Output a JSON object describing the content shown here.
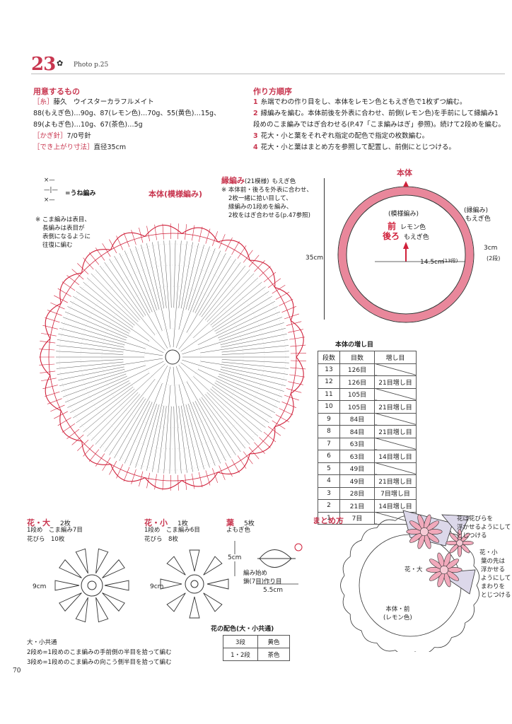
{
  "header": {
    "number": "23",
    "photo": "Photo p.25"
  },
  "materials": {
    "title": "用意するもの",
    "yarn_label": "［糸］",
    "yarn_text": "藤久　ウイスターカラフルメイト",
    "yarn_line2": "88(もえぎ色)…90g、87(レモン色)…70g、55(黄色)…15g、",
    "yarn_line3": "89(よもぎ色)…10g、67(茶色)…5g",
    "hook_label": "［かぎ針］",
    "hook_text": "7/0号針",
    "size_label": "［でき上がり寸法］",
    "size_text": "直径35cm"
  },
  "steps": {
    "title": "作り方順序",
    "items": [
      {
        "num": "1",
        "line1": "糸端でわの作り目をし、本体をレモン色ともえぎ色で1枚ずつ編む。",
        "line2": ""
      },
      {
        "num": "2",
        "line1": "縁編みを編む。本体前後を外表に合わせ、前側(レモン色)を手前にして縁編み1",
        "line2": "段めのこま編みではぎ合わせる(P.47「こま編みはぎ」参照)。続けて2段めを編む。"
      },
      {
        "num": "3",
        "line1": "花大・小と葉をそれぞれ指定の配色で指定の枚数編む。",
        "line2": ""
      },
      {
        "num": "4",
        "line1": "花大・小と葉はまとめ方を参照して配置し、前側にとじつける。",
        "line2": ""
      }
    ]
  },
  "legend": {
    "label": "=うね編み",
    "note1": "※ こま編みは表目、",
    "note2": "長編みは表目が",
    "note3": "表側になるように",
    "note4": "往復に編む"
  },
  "main_chart": {
    "title": "本体(模様編み)",
    "border_title": "縁編み",
    "border_repeat": "(21模様)",
    "border_color": "もえぎ色",
    "note1": "※ 本体前・後ろを外表に合わせ、",
    "note2": "2枚一緒に拾い目して、",
    "note3": "縁編みの1段めを編み、",
    "note4": "2枚をはぎ合わせる(p.47参照)"
  },
  "body_diagram": {
    "title": "本体",
    "pattern": "(模様編み)",
    "front": "前",
    "front_color": "レモン色",
    "back": "後ろ",
    "back_color": "もえぎ色",
    "radius": "14.5cm",
    "radius_rows": "(13段)",
    "border": "(縁編み)",
    "border_color": "もえぎ色",
    "border_w": "3cm",
    "border_rows": "(2段)",
    "diameter": "35cm"
  },
  "increase_table": {
    "title": "本体の増し目",
    "headers": [
      "段数",
      "目数",
      "増し目"
    ],
    "rows": [
      [
        "13",
        "126目",
        ""
      ],
      [
        "12",
        "126目",
        "21目増し目"
      ],
      [
        "11",
        "105目",
        ""
      ],
      [
        "10",
        "105目",
        "21目増し目"
      ],
      [
        "9",
        "84目",
        ""
      ],
      [
        "8",
        "84目",
        "21目増し目"
      ],
      [
        "7",
        "63目",
        ""
      ],
      [
        "6",
        "63目",
        "14目増し目"
      ],
      [
        "5",
        "49目",
        ""
      ],
      [
        "4",
        "49目",
        "21目増し目"
      ],
      [
        "3",
        "28目",
        "7目増し目"
      ],
      [
        "2",
        "21目",
        "14目増し目"
      ],
      [
        "1",
        "7目",
        ""
      ]
    ]
  },
  "flower_large": {
    "title": "花・大",
    "count": "2枚",
    "row1": "1段め　こま編み7目",
    "row2": "花びら　10枚",
    "size": "9cm"
  },
  "flower_small": {
    "title": "花・小",
    "count": "1枚",
    "row1": "1段め　こま編み6目",
    "row2": "花びら　8枚",
    "size": "9cm"
  },
  "leaf": {
    "title": "葉",
    "count": "5枚",
    "color": "よもぎ色",
    "height": "5cm",
    "start1": "編み始め",
    "start2": "鎖(7目)作り目",
    "width": "5.5cm"
  },
  "assembly": {
    "title": "まとめ方",
    "note_float1": "花は花びらを",
    "note_float2": "浮かせるようにして",
    "note_float3": "とじつける",
    "small": "花・小",
    "large": "花・大",
    "leaf1": "葉の先は",
    "leaf2": "浮かせる",
    "leaf3": "ようにして",
    "leaf4": "まわりを",
    "leaf5": "とじつける",
    "front": "本体・前",
    "front_color": "(レモン色)"
  },
  "common": {
    "title": "大・小共通",
    "line1": "2段め=1段めのこま編みの手前側の半目を拾って編む",
    "line2": "3段め=1段めのこま編みの向こう側半目を拾って編む"
  },
  "color_table": {
    "title": "花の配色(大・小共通)",
    "rows": [
      [
        "3段",
        "黄色"
      ],
      [
        "1・2段",
        "茶色"
      ]
    ]
  },
  "page_number": "70",
  "colors": {
    "accent": "#c8364f",
    "pink_ring": "#e9879b"
  }
}
